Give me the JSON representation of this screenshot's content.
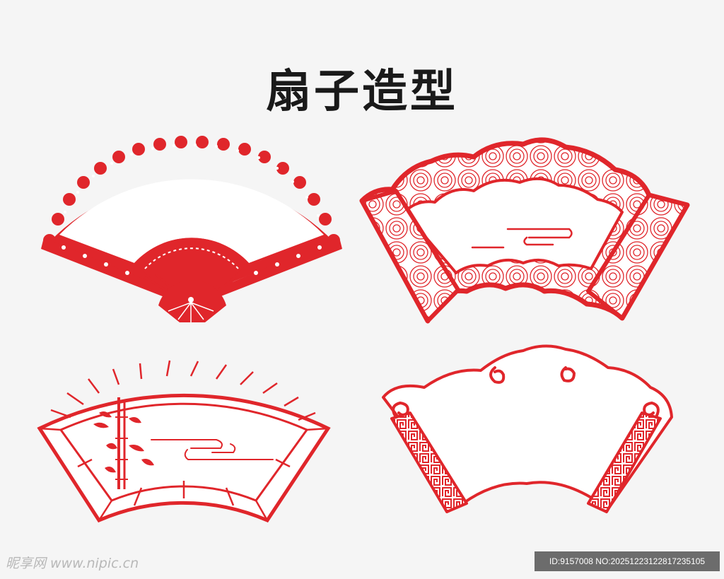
{
  "title": "扇子造型",
  "watermark": "昵享网 www.nipic.cn",
  "id_info": "ID:9157008 NO:20251223122817235105",
  "colors": {
    "fan_red": "#e0262b",
    "background": "#f5f5f5",
    "title": "#1a1a1a"
  },
  "fans": [
    {
      "name": "scalloped-folding-fan",
      "motif": "dots-and-scallops"
    },
    {
      "name": "cloud-scroll-fan",
      "motif": "circular-wave-pattern"
    },
    {
      "name": "bamboo-lattice-fan",
      "motif": "bamboo-and-cloud-lines"
    },
    {
      "name": "ruyi-scroll-fan",
      "motif": "fret-pattern-rolls"
    }
  ]
}
